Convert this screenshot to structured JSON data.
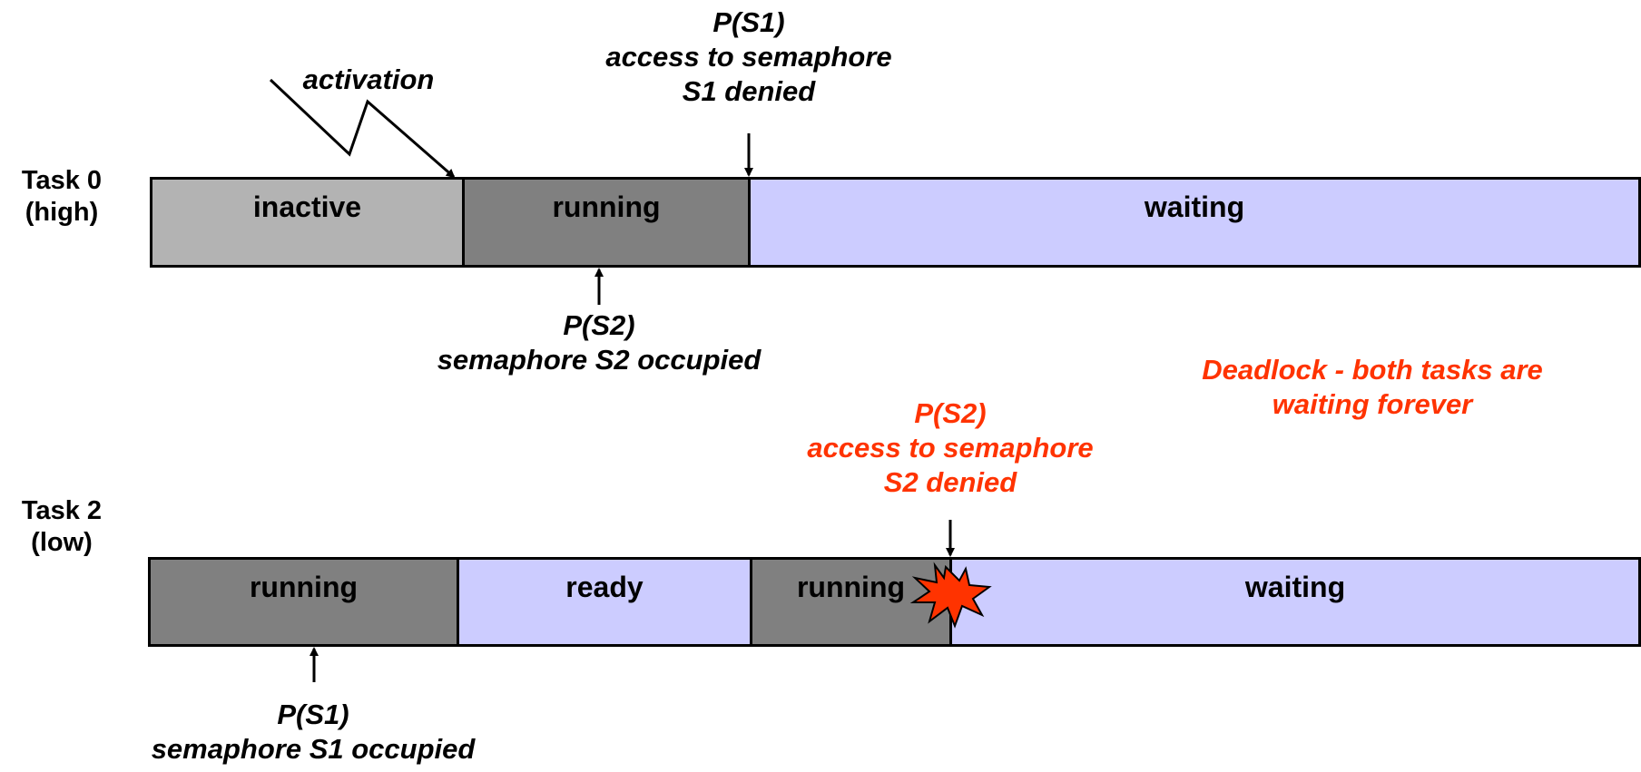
{
  "task0": {
    "label_line1": "Task 0",
    "label_line2": "(high)",
    "segments": {
      "s1": "inactive",
      "s2": "running",
      "s3": "waiting"
    }
  },
  "task2": {
    "label_line1": "Task 2",
    "label_line2": "(low)",
    "segments": {
      "s1": "running",
      "s2": "ready",
      "s3": "running",
      "s4": "waiting"
    }
  },
  "annotations": {
    "activation": "activation",
    "t0_ps1": {
      "line1": "P(S1)",
      "line2": "access to semaphore",
      "line3": "S1 denied"
    },
    "t0_ps2": {
      "line1": "P(S2)",
      "line2": "semaphore S2 occupied"
    },
    "t2_ps2": {
      "line1": "P(S2)",
      "line2": "access to semaphore",
      "line3": "S2 denied"
    },
    "t2_ps1": {
      "line1": "P(S1)",
      "line2": "semaphore S1 occupied"
    },
    "deadlock": {
      "line1": "Deadlock - both tasks are",
      "line2": "waiting forever"
    }
  },
  "colors": {
    "inactive": "#b3b3b3",
    "running": "#808080",
    "waiting": "#ccccff",
    "ready": "#ccccff",
    "highlight_text": "#ff3300",
    "explosion_fill": "#ff3300"
  },
  "icons": {
    "activation": "lightning-arrow-icon",
    "deadlock": "explosion-icon"
  }
}
